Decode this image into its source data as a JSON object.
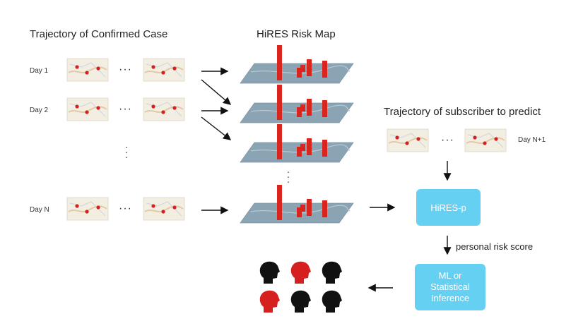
{
  "headings": {
    "trajectory_confirmed": "Trajectory of Confirmed Case",
    "risk_map": "HiRES Risk Map",
    "subscriber": "Trajectory of subscriber to predict"
  },
  "days": {
    "day1": "Day 1",
    "day2": "Day 2",
    "dayN": "Day N",
    "dayN1": "Day N+1"
  },
  "ellipsis": "···",
  "boxes": {
    "hires_p": "HiRES-p",
    "ml_line1": "ML or",
    "ml_line2": "Statistical",
    "ml_line3": "Inference"
  },
  "labels": {
    "personal_risk_score": "personal risk score"
  },
  "colors": {
    "box": "#66d0f2",
    "risk_bar": "#d9251d",
    "map_plane": "#8aa4b4",
    "head_red": "#d62020",
    "head_black": "#111111"
  },
  "heads": [
    "black",
    "red",
    "black",
    "red",
    "black",
    "black"
  ]
}
